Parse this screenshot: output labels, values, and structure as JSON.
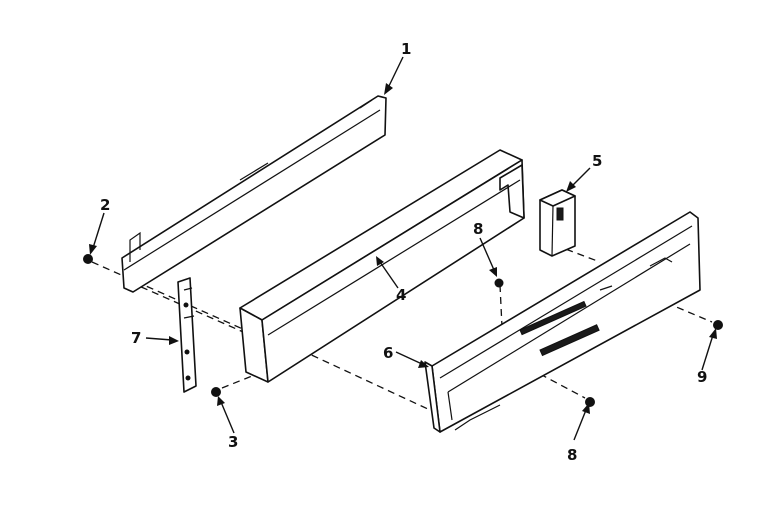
{
  "callouts": {
    "c1": "1",
    "c2": "2",
    "c3": "3",
    "c4": "4",
    "c5": "5",
    "c6": "6",
    "c7": "7",
    "c8a": "8",
    "c8b": "8",
    "c9": "9"
  },
  "colors": {
    "ink": "#111111",
    "paper": "#ffffff"
  }
}
